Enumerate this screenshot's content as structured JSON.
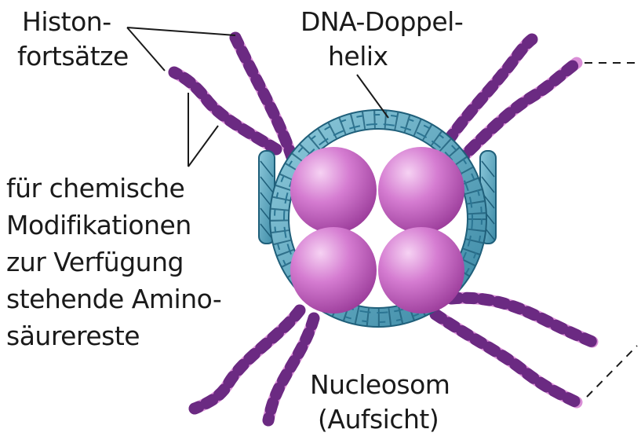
{
  "labels": {
    "histone_tails_line1": "Histon-",
    "histone_tails_line2": "fortsätze",
    "dna_line1": "DNA-Doppel-",
    "dna_line2": "helix",
    "amino_line1": "für chemische",
    "amino_line2": "Modifikationen",
    "amino_line3": "zur Verfügung",
    "amino_line4": "stehende Amino-",
    "amino_line5": "säurereste",
    "nucleosome_line1": "Nucleosom",
    "nucleosome_line2": "(Aufsicht)"
  },
  "colors": {
    "histone": "#c45fc1",
    "histone_light": "#eab0e7",
    "tail": "#d98ed6",
    "tail_stripe": "#6b2a82",
    "dna": "#5ba7be",
    "dna_dark": "#1f5f7a",
    "leader": "#1a1a1a"
  }
}
